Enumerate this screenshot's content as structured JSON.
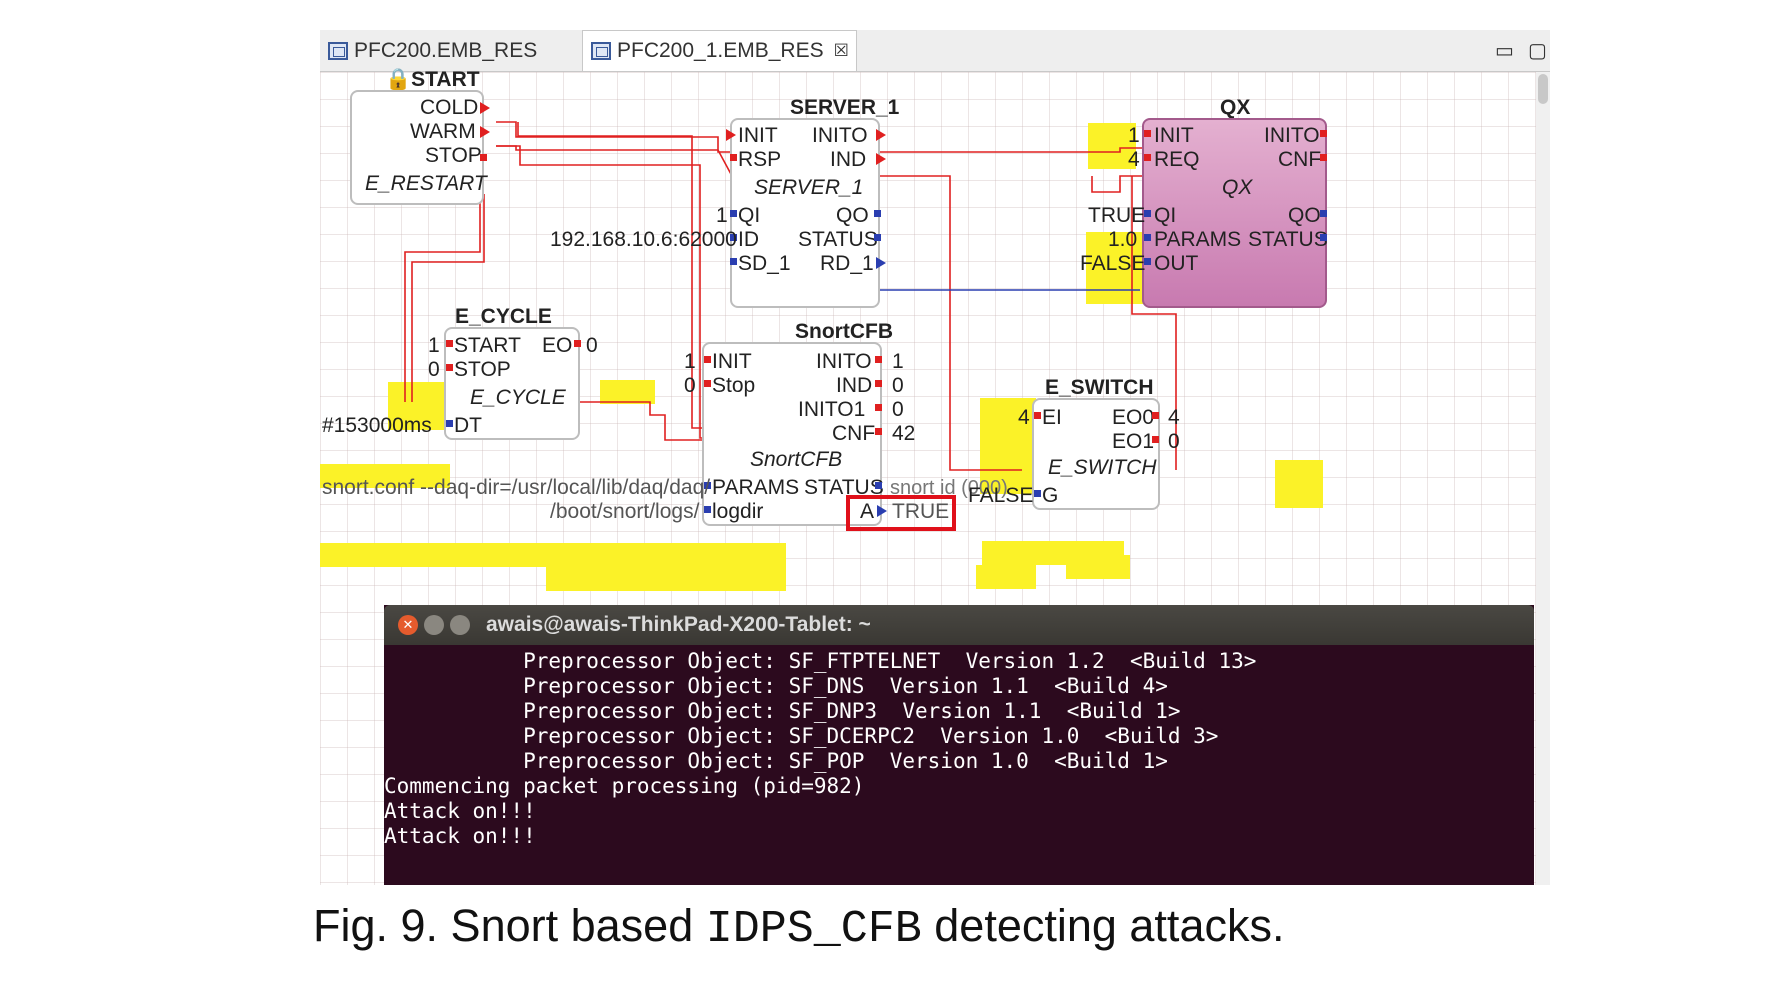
{
  "tabs": [
    {
      "label": "PFC200.EMB_RES",
      "active": false
    },
    {
      "label": "PFC200_1.EMB_RES",
      "active": true,
      "close": "☒"
    }
  ],
  "window_controls": {
    "minimize": "▭",
    "maximize": "▢"
  },
  "blocks": {
    "start": {
      "title": "START",
      "type": "E_RESTART",
      "outputs": [
        "COLD",
        "WARM",
        "STOP"
      ]
    },
    "server": {
      "title": "SERVER_1",
      "type": "SERVER_1",
      "event_in": [
        "INIT",
        "RSP"
      ],
      "event_out": [
        "INITO",
        "IND"
      ],
      "data_in": [
        "QI",
        "ID",
        "SD_1"
      ],
      "data_out": [
        "QO",
        "STATUS",
        "RD_1"
      ],
      "param_qi": "1",
      "param_id": "192.168.10.6:62000"
    },
    "qx": {
      "title": "QX",
      "type": "QX",
      "event_in": [
        "INIT",
        "REQ"
      ],
      "event_out": [
        "INITO",
        "CNF"
      ],
      "data_in": [
        "QI",
        "PARAMS",
        "OUT"
      ],
      "data_out": [
        "QO",
        "STATUS"
      ],
      "val_init": "1",
      "val_req": "4",
      "val_qi": "TRUE",
      "val_params": "1.0",
      "val_out": "FALSE"
    },
    "ecycle": {
      "title": "E_CYCLE",
      "type": "E_CYCLE",
      "event_in": [
        "START",
        "STOP"
      ],
      "event_out": [
        "EO"
      ],
      "data_in": [
        "DT"
      ],
      "val_start": "1",
      "val_stop": "0",
      "val_eo": "0",
      "val_dt": "#153000ms"
    },
    "snort": {
      "title": "SnortCFB",
      "type": "SnortCFB",
      "event_in": [
        "INIT",
        "Stop"
      ],
      "event_out": [
        "INITO",
        "IND",
        "INITO1",
        "CNF"
      ],
      "data_in": [
        "PARAMS",
        "logdir"
      ],
      "data_out": [
        "STATUS",
        "A"
      ],
      "val_init": "1",
      "val_stop": "0",
      "val_inito": "1",
      "val_ind": "0",
      "val_inito1": "0",
      "val_cnf": "42",
      "val_params": "snort.conf --daq-dir=/usr/local/lib/daq/daq/",
      "val_logdir": "/boot/snort/logs/",
      "val_status": "snort id (000)",
      "val_a": "TRUE"
    },
    "eswitch": {
      "title": "E_SWITCH",
      "type": "E_SWITCH",
      "event_in": [
        "EI"
      ],
      "event_out": [
        "EO0",
        "EO1"
      ],
      "data_in": [
        "G"
      ],
      "val_ei": "4",
      "val_eo0": "4",
      "val_eo1": "0",
      "val_g": "FALSE"
    }
  },
  "terminal": {
    "title": "awais@awais-ThinkPad-X200-Tablet: ~",
    "lines": [
      "           Preprocessor Object: SF_FTPTELNET  Version 1.2  <Build 13>",
      "           Preprocessor Object: SF_DNS  Version 1.1  <Build 4>",
      "           Preprocessor Object: SF_DNP3  Version 1.1  <Build 1>",
      "           Preprocessor Object: SF_DCERPC2  Version 1.0  <Build 3>",
      "           Preprocessor Object: SF_POP  Version 1.0  <Build 1>",
      "Commencing packet processing (pid=982)",
      "Attack on!!!",
      "Attack on!!!"
    ]
  },
  "caption": {
    "prefix": "Fig. 9. Snort based ",
    "code": "IDPS_CFB",
    "suffix": " detecting attacks."
  },
  "colors": {
    "event_wire": "#e02020",
    "data_wire": "#2a3eb0",
    "highlight": "#fbf228",
    "qx_block": "#c87ab0",
    "terminal_bg": "#2c0a1e"
  }
}
